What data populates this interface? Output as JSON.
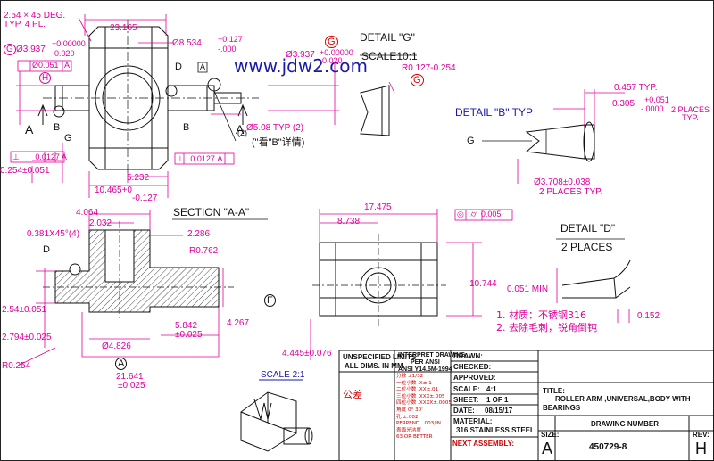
{
  "watermark": "www.jdw2.com",
  "top_view": {
    "chamfer": [
      "2.54 × 45 DEG.",
      "TYP. 4 PL."
    ],
    "overall": "23.165",
    "dia_left": "Ø3.937",
    "tol_left": [
      "+0.00000",
      "-0.020"
    ],
    "flatness": "Ø0.051",
    "bore": "Ø8.534",
    "bore_tol": [
      "+0.127",
      "-.000"
    ],
    "dia_right": "Ø3.937",
    "tol_right": [
      "+0.00000",
      "-0.020"
    ],
    "pin": "Ø5.08 TYP (2)",
    "detail_note": "(\"看\"B\"详情)",
    "note2": "(2)",
    "fcf1": "0.0127",
    "fcf2": "0.0127",
    "dim_0254": "0.254±0.051",
    "dim_5232": "5.232",
    "dim_10465": [
      "10.465+0",
      "-0.127"
    ],
    "A": "A",
    "B": "B",
    "D": "D",
    "G": "G",
    "H": "H"
  },
  "detail_g": {
    "title": "DETAIL \"G\"",
    "scale": "SCALE10:1",
    "radius": "R0.127-0.254"
  },
  "detail_b": {
    "title": "DETAIL \"B\" TYP",
    "d1": "0.457 TYP.",
    "d2": "0.305",
    "d2_tol": [
      "+0.051",
      "-.0000"
    ],
    "d2_note": [
      "2 PLACES",
      "TYP."
    ],
    "dia": "Ø3.708±0.038",
    "dia_note": "2 PLACES TYP.",
    "fcf": "0.005",
    "G": "G"
  },
  "section": {
    "title": "SECTION \"A-A\"",
    "d4064": "4.064",
    "d2032": "2.032",
    "chamfer": "0.381X45°(4)",
    "d2286": "2.286",
    "r0762": "R0.762",
    "d254": "2.54±0.051",
    "d2794": "2.794±0.025",
    "r0254": "R0.254",
    "d5842": [
      "5.842",
      "±0.025"
    ],
    "d4267": "4.267",
    "d4826": "Ø4.826",
    "d21641": [
      "21.641",
      "±0.025"
    ],
    "A": "A",
    "D": "D",
    "F": "F"
  },
  "side_view": {
    "w": "17.475",
    "half": "8.738",
    "h": "10.744",
    "d4445": "4.445±0.076"
  },
  "detail_d": {
    "title": "DETAIL \"D\"",
    "places": "2 PLACES",
    "d1": "0.051 MIN",
    "d2": "0.152"
  },
  "notes": [
    "1. 材质：不锈钢316",
    "2. 去除毛刺，锐角倒钝"
  ],
  "iso": {
    "scale": "SCALE 2:1"
  },
  "title_block": {
    "units": [
      "UNSPECIFIED LIMITS",
      "ALL DIMS. IN MM"
    ],
    "interpret": [
      "INTERPRET DRAWING",
      "PER ANSI",
      "ANSI Y14.5M-1994"
    ],
    "tol_label": "公差",
    "tol_lines": [
      "分数 ±1/32",
      "一位小数 .X±.1",
      "二位小数 .XX±.01",
      "三位小数 .XXX±.005",
      "四位小数 .XXXX±.0005",
      "角度 0° 30'",
      "孔 ±.002",
      "PERPEND. .003/IN",
      "表面光洁度",
      "63 OR BETTER"
    ],
    "drawn": "DRAWN:",
    "checked": "CHECKED:",
    "approved": "APPROVED:",
    "scale_label": "SCALE:",
    "scale_val": "4:1",
    "sheet_label": "SHEET:",
    "sheet_val": "1 OF 1",
    "date_label": "DATE:",
    "date_val": "08/15/17",
    "material_label": "MATERIAL:",
    "material_val": "316 STAINLESS STEEL",
    "next_asm": "NEXT ASSEMBLY:",
    "title_label": "TITLE:",
    "title_val": [
      "ROLLER ARM ,UNIVERSAL,BODY WITH",
      "BEARINGS"
    ],
    "drawing_no_label": "DRAWING NUMBER",
    "size_label": "SIZE:",
    "size_val": "A",
    "drawing_no": "450729-8",
    "rev_label": "REV:",
    "rev_val": "H"
  }
}
